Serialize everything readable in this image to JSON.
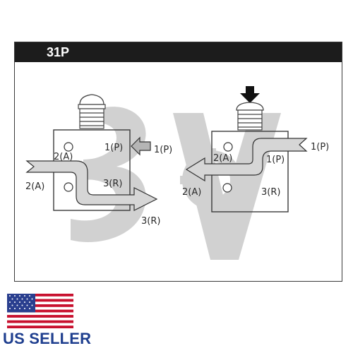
{
  "header": {
    "title": "31P"
  },
  "left_diagram": {
    "port_a_inner": "2(A)",
    "port_p_inner": "1(P)",
    "port_p_outer": "1(P)",
    "port_a_outer": "2(A)",
    "port_r_inner": "3(R)",
    "port_r_outer": "3(R)"
  },
  "right_diagram": {
    "port_p_outer": "1(P)",
    "port_a_inner": "2(A)",
    "port_p_inner": "1(P)",
    "port_a_outer": "2(A)",
    "port_r_inner": "3(R)"
  },
  "badge": {
    "text": "US SELLER"
  },
  "colors": {
    "header": "#1c1c1c",
    "flow": "#d4d4d4",
    "watermark": "#c8c8c8",
    "flag_red": "#c8102e",
    "flag_blue": "#2a3f8f"
  }
}
